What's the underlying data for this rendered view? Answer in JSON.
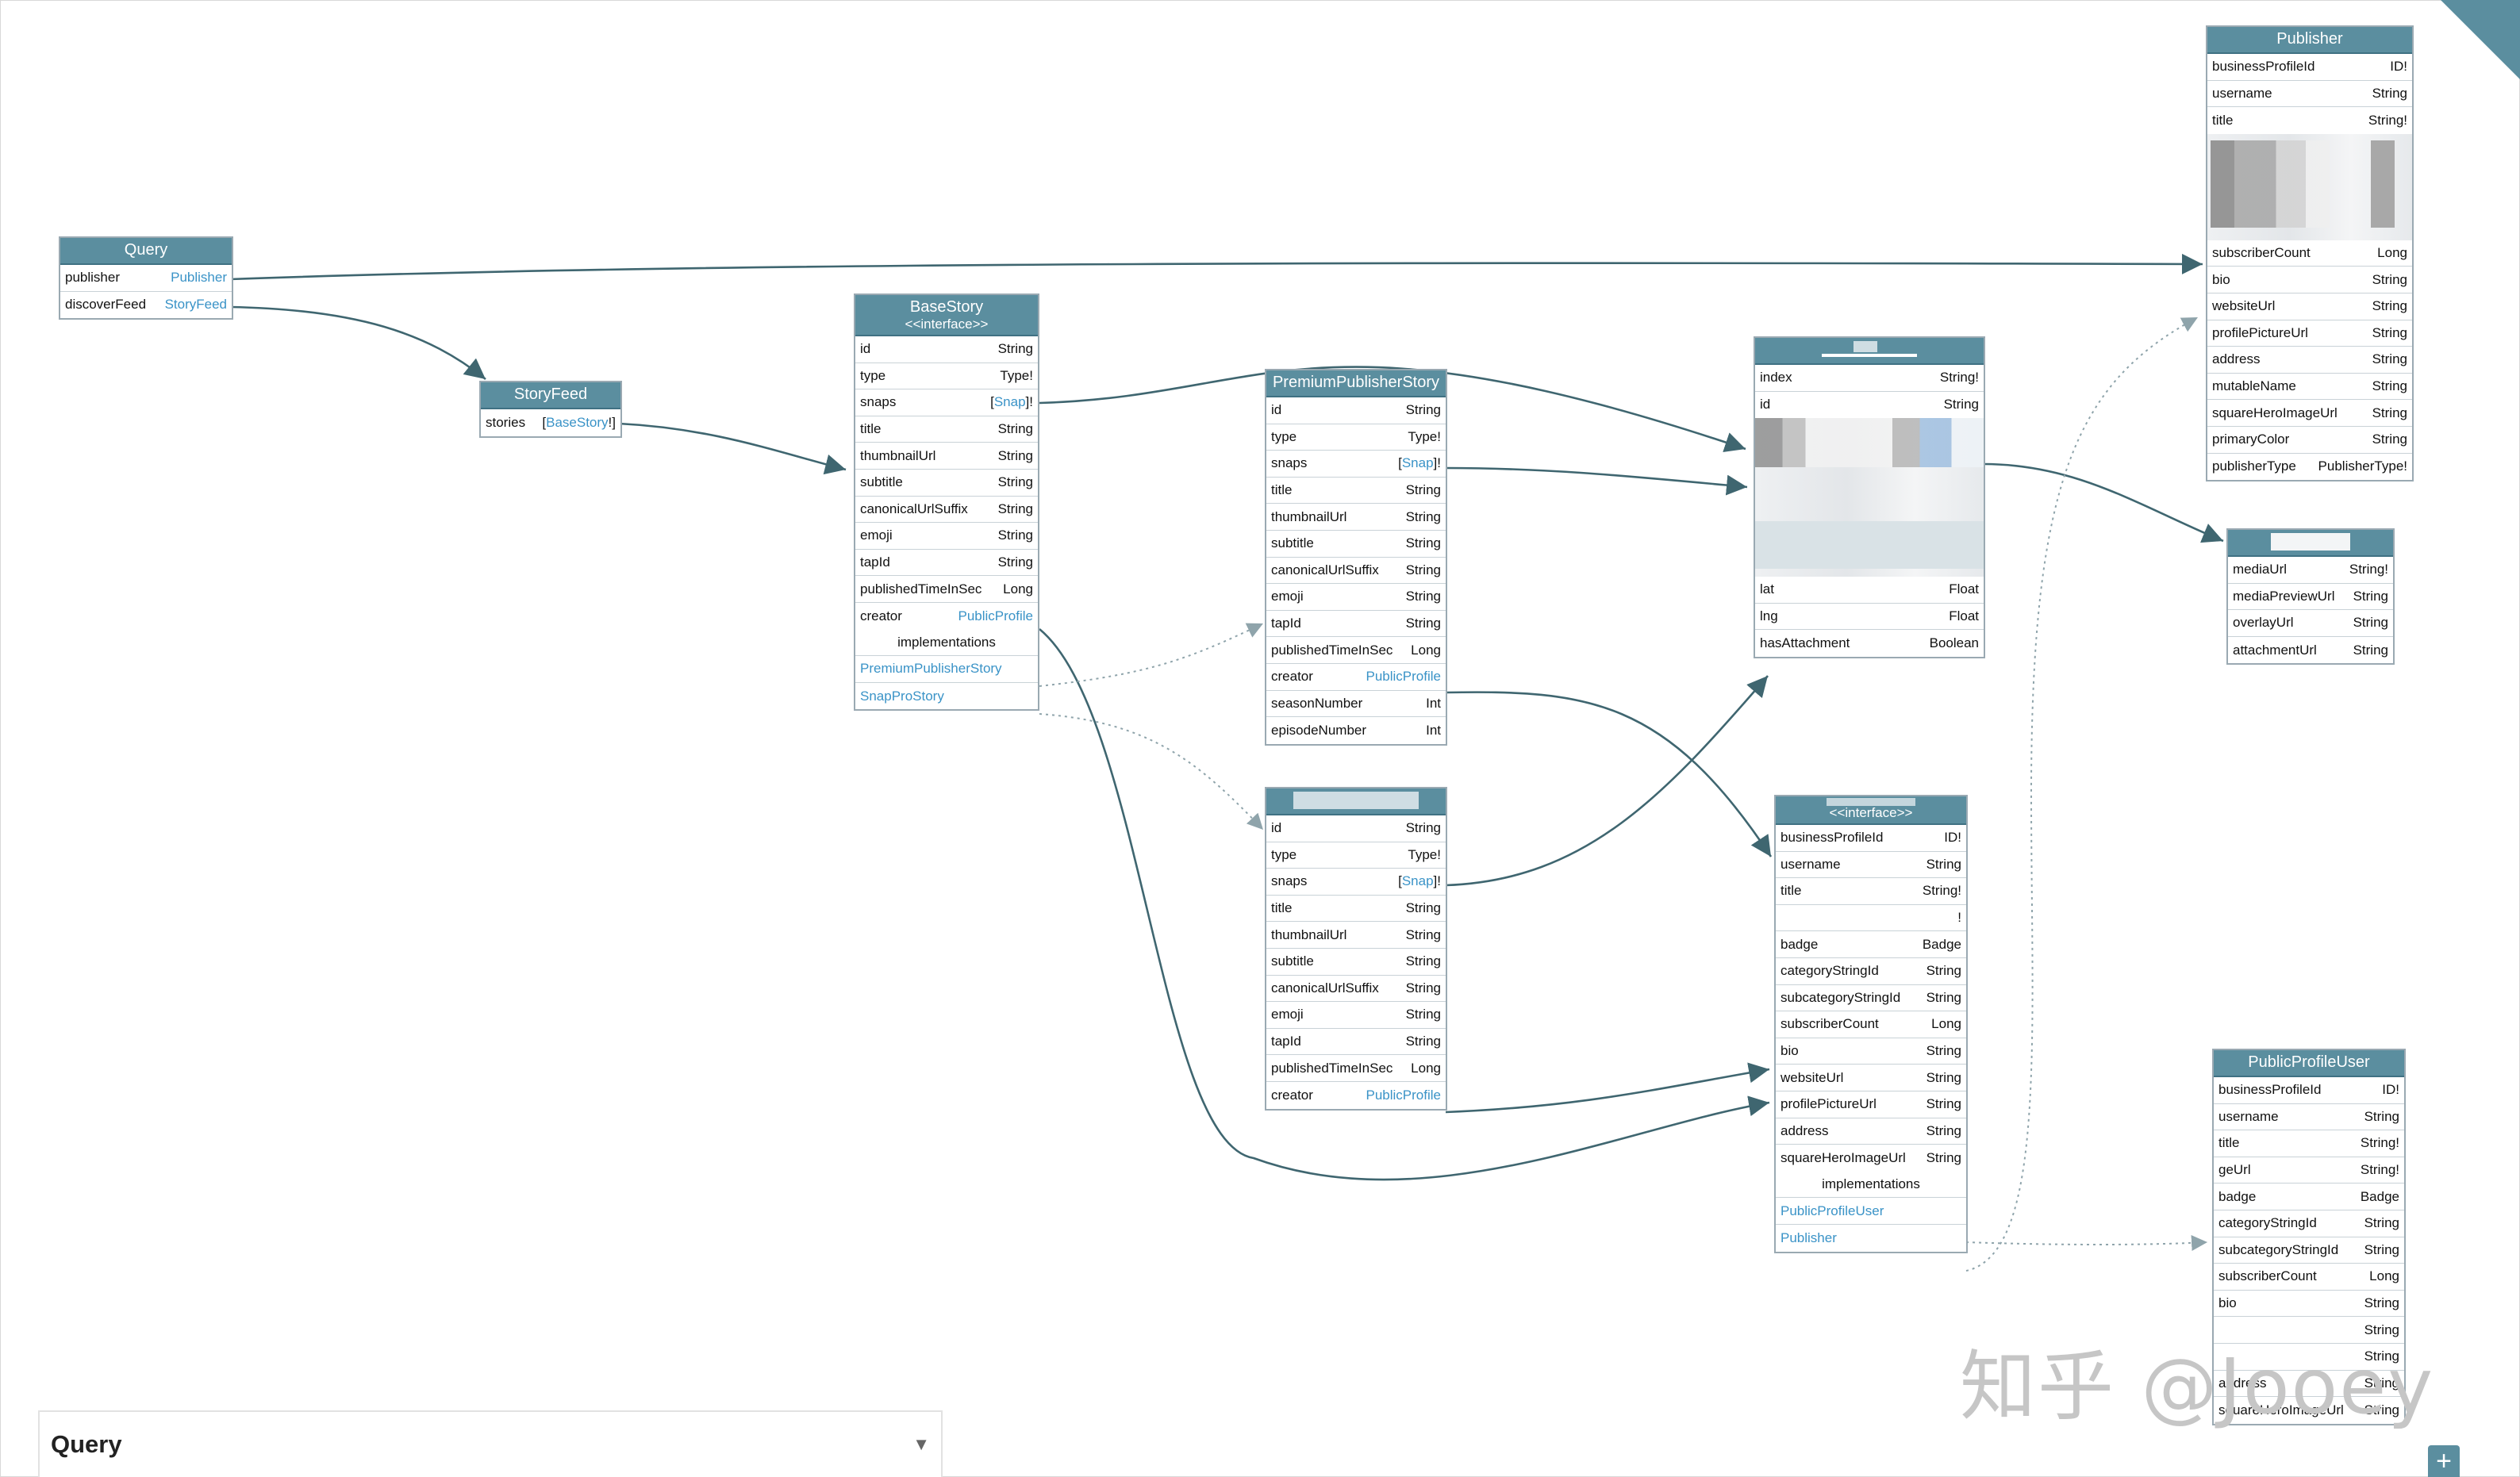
{
  "nodes": {
    "query": {
      "title": "Query",
      "fields": [
        {
          "name": "publisher",
          "type": "Publisher"
        },
        {
          "name": "discoverFeed",
          "type": "StoryFeed"
        }
      ]
    },
    "storyfeed": {
      "title": "StoryFeed",
      "fields": [
        {
          "name": "stories",
          "type_pre": "[",
          "type": "BaseStory",
          "type_post": "!]"
        }
      ]
    },
    "basestory": {
      "title": "BaseStory",
      "subtitle": "<<interface>>",
      "fields": [
        {
          "name": "id",
          "type": "String"
        },
        {
          "name": "type",
          "type": "Type!"
        },
        {
          "name": "snaps",
          "type": "[Snap]!"
        },
        {
          "name": "title",
          "type": "String"
        },
        {
          "name": "thumbnailUrl",
          "type": "String"
        },
        {
          "name": "subtitle",
          "type": "String"
        },
        {
          "name": "canonicalUrlSuffix",
          "type": "String"
        },
        {
          "name": "emoji",
          "type": "String"
        },
        {
          "name": "tapId",
          "type": "String"
        },
        {
          "name": "publishedTimeInSec",
          "type": "Long"
        },
        {
          "name": "creator",
          "type": "PublicProfile"
        }
      ],
      "implementations_label": "implementations",
      "implementations": [
        "PremiumPublisherStory",
        "SnapProStory"
      ]
    },
    "premium": {
      "title": "PremiumPublisherStory",
      "fields": [
        {
          "name": "id",
          "type": "String"
        },
        {
          "name": "type",
          "type": "Type!"
        },
        {
          "name": "snaps",
          "type": "[Snap]!"
        },
        {
          "name": "title",
          "type": "String"
        },
        {
          "name": "thumbnailUrl",
          "type": "String"
        },
        {
          "name": "subtitle",
          "type": "String"
        },
        {
          "name": "canonicalUrlSuffix",
          "type": "String"
        },
        {
          "name": "emoji",
          "type": "String"
        },
        {
          "name": "tapId",
          "type": "String"
        },
        {
          "name": "publishedTimeInSec",
          "type": "Long"
        },
        {
          "name": "creator",
          "type": "PublicProfile"
        },
        {
          "name": "seasonNumber",
          "type": "Int"
        },
        {
          "name": "episodeNumber",
          "type": "Int"
        }
      ]
    },
    "snappro": {
      "fields": [
        {
          "name": "id",
          "type": "String"
        },
        {
          "name": "type",
          "type": "Type!"
        },
        {
          "name": "snaps",
          "type": "[Snap]!"
        },
        {
          "name": "title",
          "type": "String"
        },
        {
          "name": "thumbnailUrl",
          "type": "String"
        },
        {
          "name": "subtitle",
          "type": "String"
        },
        {
          "name": "canonicalUrlSuffix",
          "type": "String"
        },
        {
          "name": "emoji",
          "type": "String"
        },
        {
          "name": "tapId",
          "type": "String"
        },
        {
          "name": "publishedTimeInSec",
          "type": "Long"
        },
        {
          "name": "creator",
          "type": "PublicProfile"
        }
      ]
    },
    "snap": {
      "fields_top": [
        {
          "name": "index",
          "type": "String!"
        },
        {
          "name": "id",
          "type": "String"
        }
      ],
      "fields_bottom": [
        {
          "name": "lat",
          "type": "Float"
        },
        {
          "name": "lng",
          "type": "Float"
        },
        {
          "name": "hasAttachment",
          "type": "Boolean"
        }
      ]
    },
    "attachment": {
      "fields": [
        {
          "name": "mediaUrl",
          "type": "String!"
        },
        {
          "name": "mediaPreviewUrl",
          "type": "String"
        },
        {
          "name": "overlayUrl",
          "type": "String"
        },
        {
          "name": "attachmentUrl",
          "type": "String"
        }
      ]
    },
    "publicprofile": {
      "subtitle": "<<interface>>",
      "fields": [
        {
          "name": "businessProfileId",
          "type": "ID!"
        },
        {
          "name": "username",
          "type": "String"
        },
        {
          "name": "title",
          "type": "String!"
        },
        {
          "name": "",
          "type": "!"
        },
        {
          "name": "badge",
          "type": "Badge"
        },
        {
          "name": "categoryStringId",
          "type": "String"
        },
        {
          "name": "subcategoryStringId",
          "type": "String"
        },
        {
          "name": "subscriberCount",
          "type": "Long"
        },
        {
          "name": "bio",
          "type": "String"
        },
        {
          "name": "websiteUrl",
          "type": "String"
        },
        {
          "name": "profilePictureUrl",
          "type": "String"
        },
        {
          "name": "address",
          "type": "String"
        },
        {
          "name": "squareHeroImageUrl",
          "type": "String"
        }
      ],
      "implementations_label": "implementations",
      "implementations": [
        "PublicProfileUser",
        "Publisher"
      ]
    },
    "publisher": {
      "title": "Publisher",
      "fields_top": [
        {
          "name": "businessProfileId",
          "type": "ID!"
        },
        {
          "name": "username",
          "type": "String"
        },
        {
          "name": "title",
          "type": "String!"
        }
      ],
      "fields_bottom": [
        {
          "name": "subscriberCount",
          "type": "Long"
        },
        {
          "name": "bio",
          "type": "String"
        },
        {
          "name": "websiteUrl",
          "type": "String"
        },
        {
          "name": "profilePictureUrl",
          "type": "String"
        },
        {
          "name": "address",
          "type": "String"
        },
        {
          "name": "mutableName",
          "type": "String"
        },
        {
          "name": "squareHeroImageUrl",
          "type": "String"
        },
        {
          "name": "primaryColor",
          "type": "String"
        },
        {
          "name": "publisherType",
          "type": "PublisherType!"
        }
      ]
    },
    "publicprofileuser": {
      "title": "PublicProfileUser",
      "fields": [
        {
          "name": "businessProfileId",
          "type": "ID!"
        },
        {
          "name": "username",
          "type": "String"
        },
        {
          "name": "title",
          "type": "String!"
        },
        {
          "name": "geUrl",
          "type": "String!"
        },
        {
          "name": "badge",
          "type": "Badge"
        },
        {
          "name": "categoryStringId",
          "type": "String"
        },
        {
          "name": "subcategoryStringId",
          "type": "String"
        },
        {
          "name": "subscriberCount",
          "type": "Long"
        },
        {
          "name": "bio",
          "type": "String"
        },
        {
          "name": "",
          "type": "String"
        },
        {
          "name": "",
          "type": "String"
        },
        {
          "name": "address",
          "type": "String"
        },
        {
          "name": "squareHeroImageUrl",
          "type": "String"
        }
      ]
    }
  },
  "query_selector": {
    "value": "Query",
    "icon": "chevron-down-icon"
  },
  "add_button": {
    "icon": "plus-icon",
    "label": "+"
  },
  "watermark": "知乎 @Jooey",
  "colors": {
    "header": "#5b8e9f",
    "link": "#3a93c7",
    "edge": "#3f6670",
    "border": "#9aa9b2"
  }
}
